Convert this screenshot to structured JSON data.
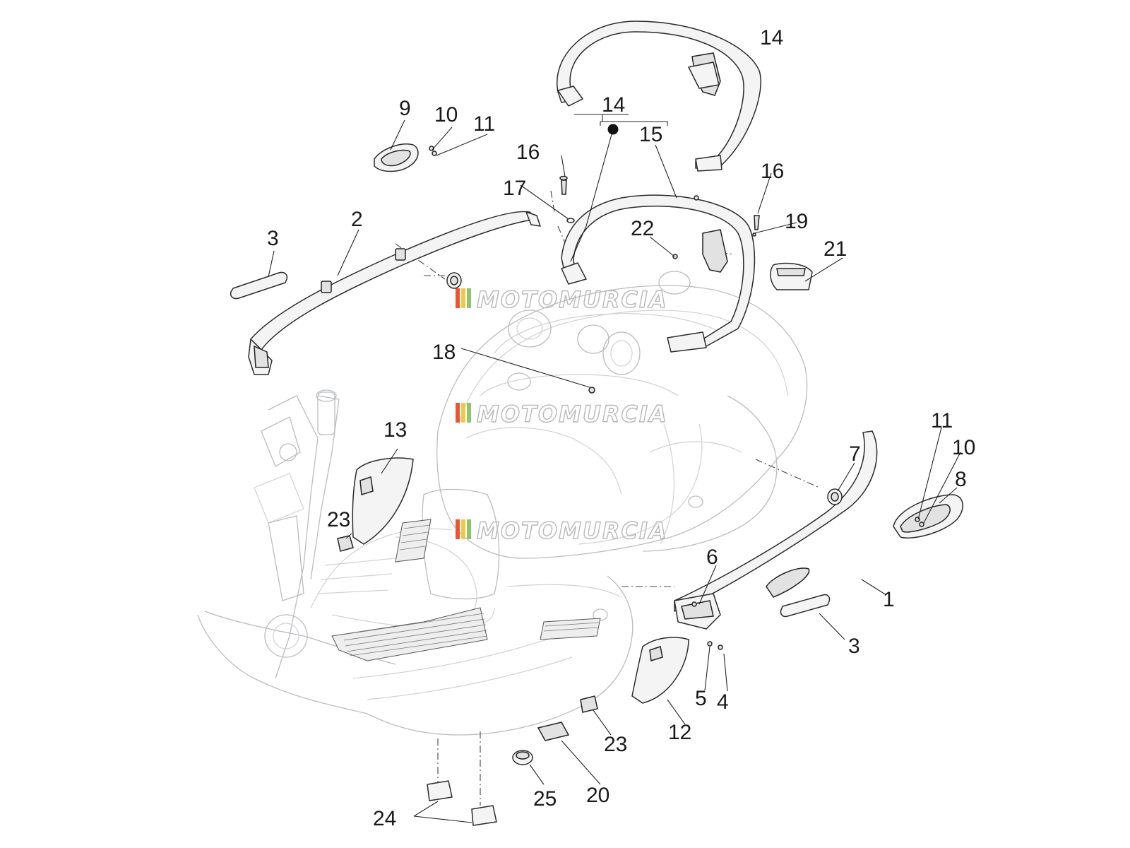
{
  "watermark": {
    "text": "MOTOMURCIA",
    "stripe_colors": [
      "#e8553d",
      "#f0c944",
      "#8cc56a"
    ]
  },
  "callouts": [
    {
      "id": "c1",
      "label": "1"
    },
    {
      "id": "c2",
      "label": "2"
    },
    {
      "id": "c3a",
      "label": "3"
    },
    {
      "id": "c3b",
      "label": "3"
    },
    {
      "id": "c4",
      "label": "4"
    },
    {
      "id": "c5",
      "label": "5"
    },
    {
      "id": "c6",
      "label": "6"
    },
    {
      "id": "c7",
      "label": "7"
    },
    {
      "id": "c8",
      "label": "8"
    },
    {
      "id": "c9",
      "label": "9"
    },
    {
      "id": "c10a",
      "label": "10"
    },
    {
      "id": "c10b",
      "label": "10"
    },
    {
      "id": "c11a",
      "label": "11"
    },
    {
      "id": "c11b",
      "label": "11"
    },
    {
      "id": "c12",
      "label": "12"
    },
    {
      "id": "c13",
      "label": "13"
    },
    {
      "id": "c14a",
      "label": "14"
    },
    {
      "id": "c14b",
      "label": "14"
    },
    {
      "id": "c15",
      "label": "15"
    },
    {
      "id": "c16a",
      "label": "16"
    },
    {
      "id": "c16b",
      "label": "16"
    },
    {
      "id": "c17",
      "label": "17"
    },
    {
      "id": "c18",
      "label": "18"
    },
    {
      "id": "c19",
      "label": "19"
    },
    {
      "id": "c20",
      "label": "20"
    },
    {
      "id": "c21",
      "label": "21"
    },
    {
      "id": "c22",
      "label": "22"
    },
    {
      "id": "c23a",
      "label": "23"
    },
    {
      "id": "c23b",
      "label": "23"
    },
    {
      "id": "c24",
      "label": "24"
    },
    {
      "id": "c25",
      "label": "25"
    }
  ]
}
